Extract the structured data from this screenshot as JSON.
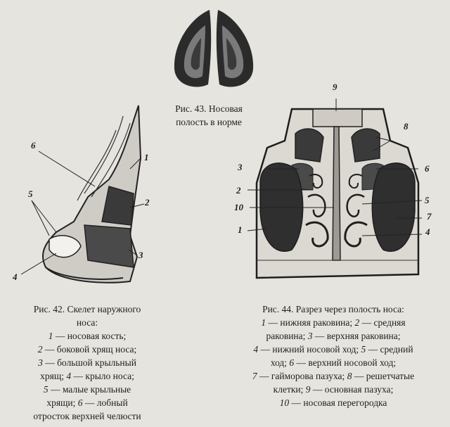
{
  "fig43": {
    "caption_line1": "Рис. 43. Носовая",
    "caption_line2": "полость в норме"
  },
  "fig42": {
    "labels": [
      "6",
      "1",
      "5",
      "2",
      "4",
      "3"
    ],
    "caption": [
      {
        "num": "",
        "text": "Рис. 42. Скелет наружного"
      },
      {
        "num": "",
        "text": "носа:"
      },
      {
        "num": "1",
        "text": " — носовая кость;"
      },
      {
        "num": "2",
        "text": " — боковой хрящ носа;"
      },
      {
        "num": "3",
        "text": " — большой крыльный"
      },
      {
        "num": "",
        "text": "хрящ; "
      },
      {
        "num": "4",
        "text": " — крыло носа;"
      },
      {
        "num": "5",
        "text": " — малые крыльные"
      },
      {
        "num": "",
        "text": "хрящи; "
      },
      {
        "num": "6",
        "text": " — лобный"
      },
      {
        "num": "",
        "text": "отросток верхней челюсти"
      }
    ]
  },
  "fig44": {
    "labels": [
      "9",
      "8",
      "3",
      "6",
      "2",
      "5",
      "10",
      "7",
      "1",
      "4"
    ],
    "caption_lines": [
      [
        {
          "t": "Рис. 44. Разрез через полость носа:"
        }
      ],
      [
        {
          "n": "1"
        },
        {
          "t": " — нижняя раковина; "
        },
        {
          "n": "2"
        },
        {
          "t": " — средняя"
        }
      ],
      [
        {
          "t": "раковина; "
        },
        {
          "n": "3"
        },
        {
          "t": " — верхняя раковина;"
        }
      ],
      [
        {
          "n": "4"
        },
        {
          "t": " — нижний носовой ход; "
        },
        {
          "n": "5"
        },
        {
          "t": " — средний"
        }
      ],
      [
        {
          "t": "ход; "
        },
        {
          "n": "6"
        },
        {
          "t": " — верхний носовой ход;"
        }
      ],
      [
        {
          "n": "7"
        },
        {
          "t": " — гайморова пазуха; "
        },
        {
          "n": "8"
        },
        {
          "t": " — решетчатые"
        }
      ],
      [
        {
          "t": "клетки; "
        },
        {
          "n": "9"
        },
        {
          "t": " — основная пазуха;"
        }
      ],
      [
        {
          "n": "10"
        },
        {
          "t": " — носовая перегородка"
        }
      ]
    ]
  }
}
